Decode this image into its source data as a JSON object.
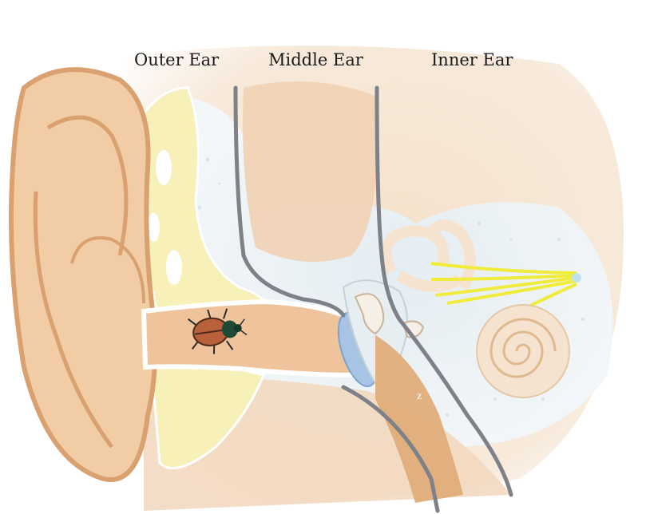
{
  "labels": {
    "outer": "Outer Ear",
    "middle": "Middle Ear",
    "inner": "Inner Ear"
  },
  "colors": {
    "skin": "#f2cca4",
    "skin_outline": "#d9a070",
    "cartilage": "#f7f0b8",
    "bone": "#dde8ee",
    "eardrum": "#a8c4e4",
    "nerve": "#f0ec3c",
    "divider": "#7e8288"
  },
  "icons": {
    "insect": "beetle-icon"
  }
}
